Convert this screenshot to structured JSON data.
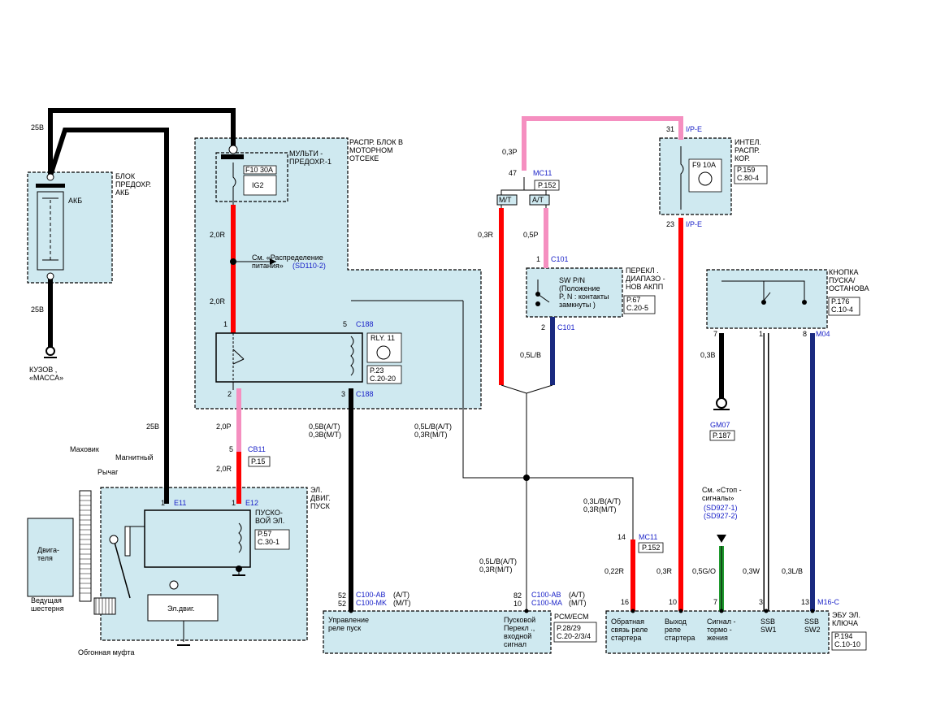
{
  "colors": {
    "box_fill": "#cfe9f0",
    "red": "#ff0000",
    "pink": "#f58fc0",
    "black": "#000000",
    "navy": "#1a2a80",
    "green": "#1f9a2e",
    "white_wire": "#ffffff",
    "connector_blue": "#1a22c8"
  },
  "icons": [
    "ground-icon",
    "relay-coil-icon",
    "fuse-icon",
    "switch-icon",
    "battery-icon",
    "starter-motor-icon",
    "flywheel-icon"
  ],
  "labels": {
    "w_25b_top": "25B",
    "w_25b_bottom": "25B",
    "w_25b_starter": "25B",
    "fuse_box": "БЛОК\nПРЕДОХР.\nАКБ",
    "battery": "АКБ",
    "ground_body": "КУЗОВ ,\n«МАССА»",
    "dist_block": "РАСПР. БЛОК В\nМОТОРНОМ\nОТСЕКЕ",
    "multi_fuse": "МУЛЬТИ -\nПРЕДОХР.-1",
    "f10": "F10 30A",
    "ig2": "IG2",
    "w_20r_1": "2,0R",
    "w_20r_2": "2,0R",
    "power_ref": "См. «Распределение\nпитания»",
    "power_ref_code": "(SD110-2)",
    "c188_top": "C188",
    "c188_bot": "C188",
    "pin1": "1",
    "pin5": "5",
    "pin2": "2",
    "pin3": "3",
    "rly11": "RLY. 11",
    "rly_ref": "P.23\nC.20-20",
    "w_20p": "2,0P",
    "cb11_pin": "5",
    "cb11": "CB11",
    "cb11_ref": "P.15",
    "w_20r_3": "2,0R",
    "starter_title": "ЭЛ.\nДВИГ.\nПУСК",
    "e11_pin": "1",
    "e11": "E11",
    "e12_pin": "1",
    "e12": "E12",
    "starter_relay": "ПУСКО-\nВОЙ ЭЛ.",
    "starter_ref": "P.57\nC.30-1",
    "flywheel": "Маховик",
    "solenoid": "Магнитный",
    "lever": "Рычаг",
    "engine": "Двига-\nтеля",
    "drive_gear": "Ведущая\nшестерня",
    "motor": "Эл.двиг.",
    "clutch": "Обгонная  муфта",
    "w_05b": "0,5B(A/T)\n0,3B(M/T)",
    "pcm_pins_l": "52\n52",
    "pcm_c_l1": "C100-AB",
    "pcm_c_l2": "C100-MK",
    "pcm_at1": "(A/T)",
    "pcm_mt1": "(M/T)",
    "pcm_ctrl": "Управление\nреле  пуск",
    "pcm_input": "Пусковой\nПерекл .,\nвходной\nсигнал",
    "pcm_pins_r": "82\n10",
    "pcm_c_r1": "C100-AB",
    "pcm_c_r2": "C100-MA",
    "pcm_at2": "(A/T)",
    "pcm_mt2": "(M/T)",
    "pcm_name": "PCM/ECM",
    "pcm_ref": "P.28/29\nC.20-2/3/4",
    "w_05lb_top": "0,5L/B(A/T)\n0,3R(M/T)",
    "w_05lb_bot": "0,5L/B(A/T)\n0,3R(M/T)",
    "w_03p": "0,3P",
    "mc11_pin": "47",
    "mc11": "MC11",
    "mc11_ref": "P.152",
    "mt": "M/T",
    "at": "A/T",
    "w_03r_a": "0,3R",
    "w_05p": "0,5P",
    "c101_pin1": "1",
    "c101_top": "C101",
    "c101_pin2": "2",
    "c101_bot": "C101",
    "sw_pn": "SW P/N\n(Положение\nP, N : контакты\nзамкнуты  )",
    "range_sw": "ПЕРЕКЛ .\nДИАПАЗО -\nНОВ АКПП",
    "range_ref": "P.67\nC.20-5",
    "w_05lb": "0,5L/B",
    "ipe_pin31": "31",
    "ipe_top": "I/P-E",
    "int_box": "ИНТЕЛ.\nРАСПР.\nКОР.",
    "f9": "F9 10A",
    "int_ref": "P.159\nC.80-4",
    "ipe_pin23": "23",
    "ipe_bot": "I/P-E",
    "w_03r_b": "0,3R",
    "w_03lb_mt": "0,3L/B(A/T)\n0,3R(M/T)",
    "mc11b_pin": "14",
    "mc11b": "MC11",
    "mc11b_ref": "P.152",
    "w_022r": "0,22R",
    "w_03r_c": "0,3R",
    "stop_ref": "См. «Стоп -\nсигналы»",
    "stop_codes": "(SD927-1)\n(SD927-2)",
    "w_05go": "0,5G/O",
    "w_03w": "0,3W",
    "w_03lb": "0,3L/B",
    "w_03b": "0,3B",
    "start_btn": "КНОПКА\nПУСКА/\nОСТАНОВА",
    "btn_ref": "P.176\nC.10-4",
    "m04_pin7": "7",
    "m04_pin1": "1",
    "m04_pin8": "8",
    "m04": "M04",
    "gm07": "GM07",
    "gm07_ref": "P.187",
    "m16_pins": [
      "16",
      "10",
      "7",
      "3",
      "13"
    ],
    "m16": "M16-C",
    "ecu_cols": [
      "Обратная\nсвязь  реле\nстартера",
      "Выход\nреле\nстартера",
      "Сигнал -\nтормо -\nжения",
      "SSB\nSW1",
      "SSB\nSW2"
    ],
    "ecu_name": "ЭБУ ЭЛ.\nКЛЮЧА",
    "ecu_ref": "P.194\nC.10-10"
  }
}
